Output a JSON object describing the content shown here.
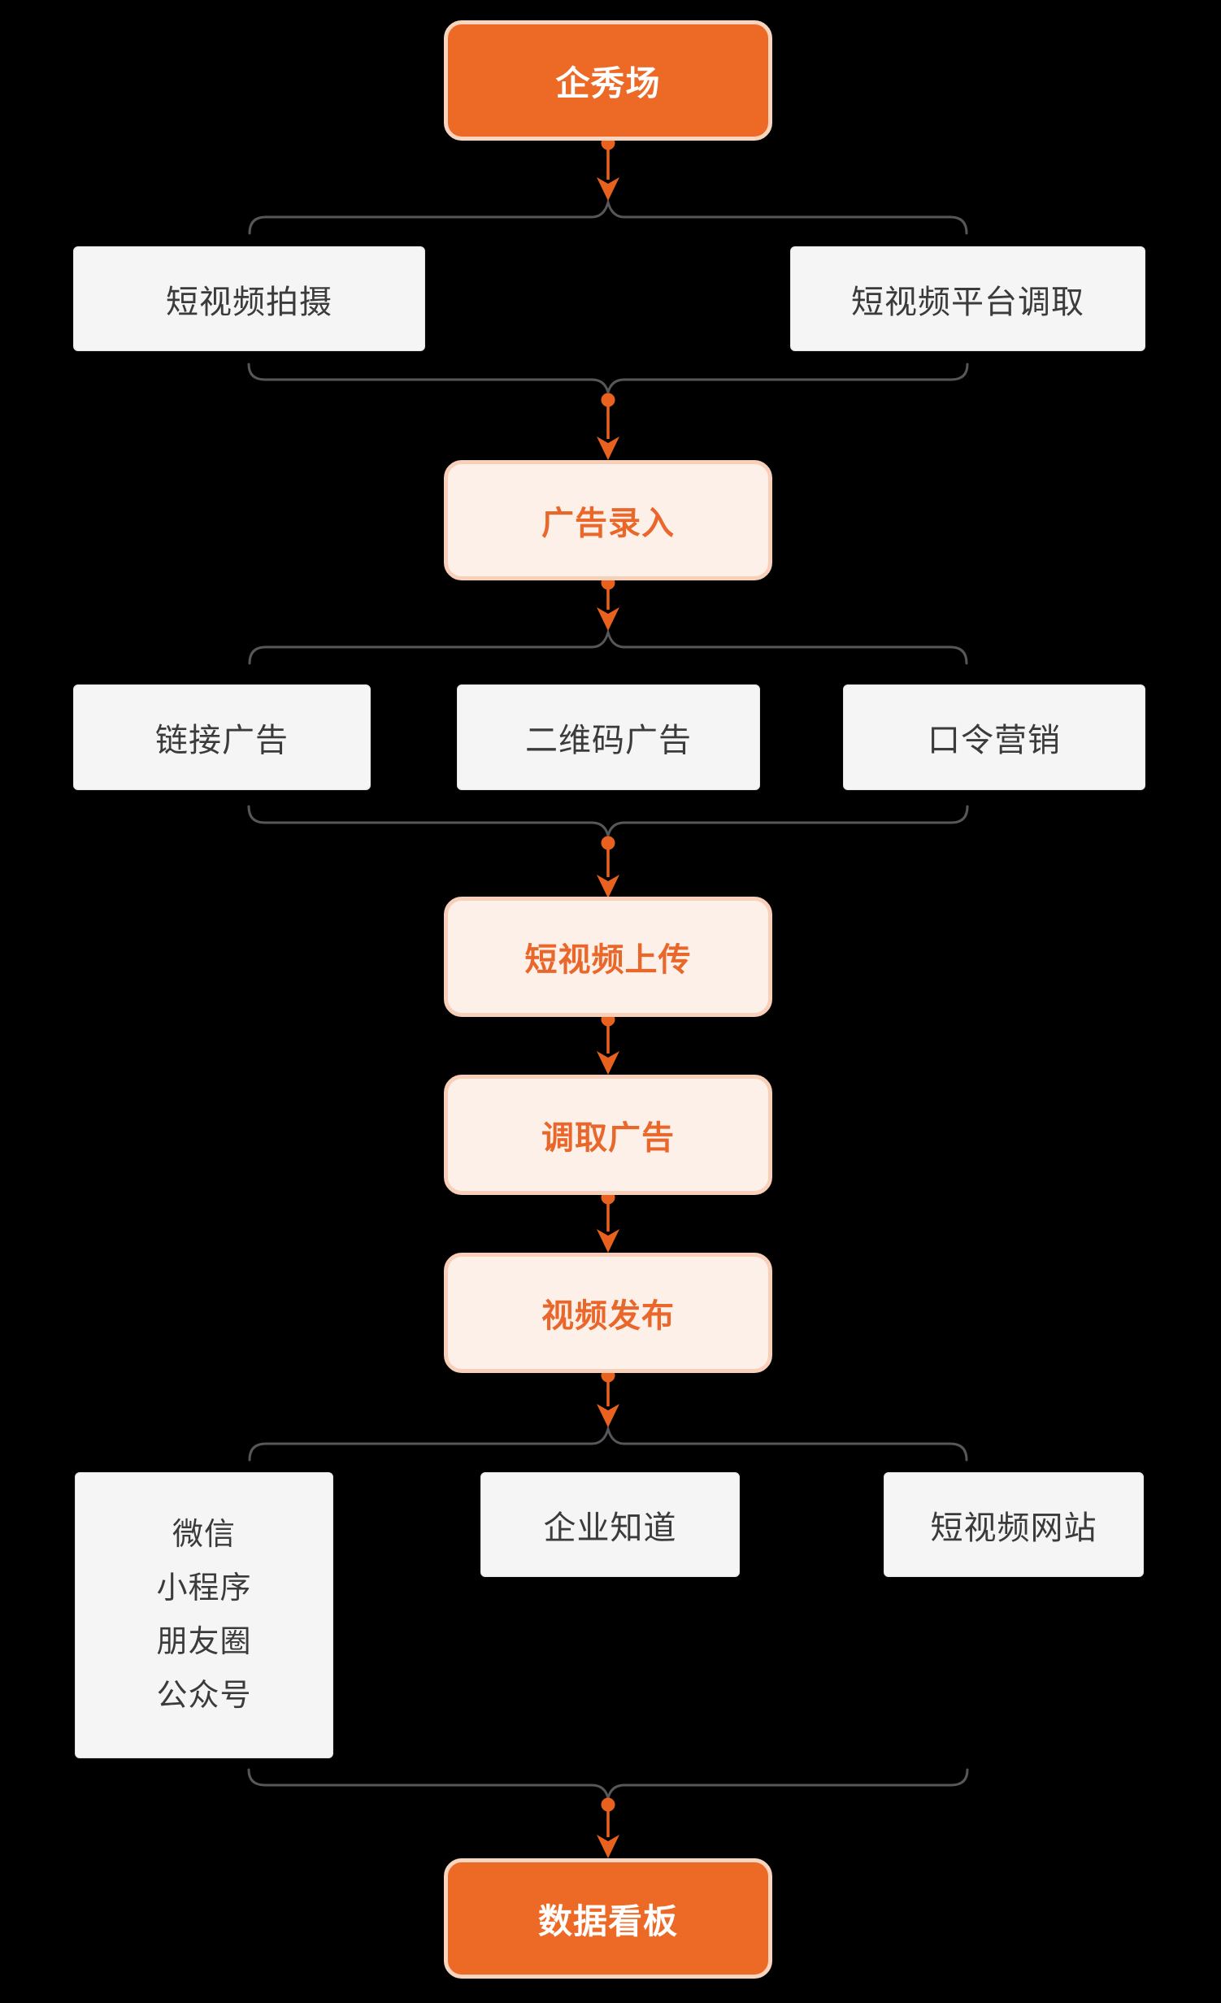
{
  "colors": {
    "background": "#000000",
    "node_orange": "#EC6926",
    "node_orange_border": "#F9D4BF",
    "soft_fill": "#FDF0E8",
    "soft_border": "#F8D0BA",
    "soft_text": "#E9672B",
    "plain_fill": "#F5F5F5",
    "plain_border": "#E3E3E3",
    "plain_text": "#3B3B3B",
    "connector": "#56575A",
    "arrow": "#E8611F"
  },
  "nodes": {
    "qixiuchang": {
      "label": "企秀场"
    },
    "paishe": {
      "label": "短视频拍摄"
    },
    "pingtai_diaoqu": {
      "label": "短视频平台调取"
    },
    "guanggao_luru": {
      "label": "广告录入"
    },
    "lianjie_guanggao": {
      "label": "链接广告"
    },
    "erweima_guanggao": {
      "label": "二维码广告"
    },
    "kouling_yingxiao": {
      "label": "口令营销"
    },
    "shangchuan": {
      "label": "短视频上传"
    },
    "diaoqu_guanggao": {
      "label": "调取广告"
    },
    "shipin_fabu": {
      "label": "视频发布"
    },
    "weixin": {
      "lines": [
        "微信",
        "小程序",
        "朋友圈",
        "公众号"
      ]
    },
    "qiye_zhidao": {
      "label": "企业知道"
    },
    "wangzhan": {
      "label": "短视频网站"
    },
    "shuju_kanban": {
      "label": "数据看板"
    }
  }
}
